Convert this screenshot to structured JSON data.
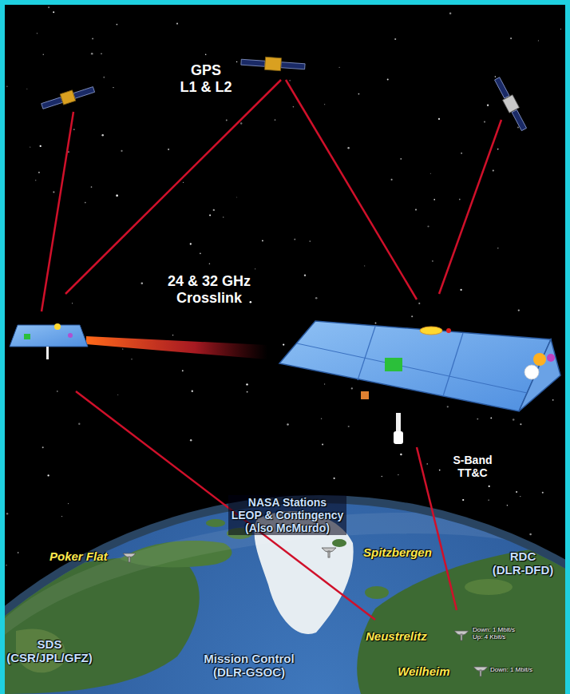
{
  "diagram": {
    "labels": [
      "GPS L1 & L2",
      "24 & 32 GHz Crosslink",
      "S-Band TT&C",
      "NASA Stations LEOP & Contingency (Also McMurdo)",
      "Poker Flat",
      "Spitzbergen",
      "RDC (DLR-DFD)",
      "Neustrelitz",
      "Down: 1 Mbit/s Up: 4 Kbit/s",
      "Weilheim",
      "Down: 1 Mbit/s",
      "SDS (CSR/JPL/GFZ)",
      "Mission Control (DLR-GSOC)"
    ]
  }
}
